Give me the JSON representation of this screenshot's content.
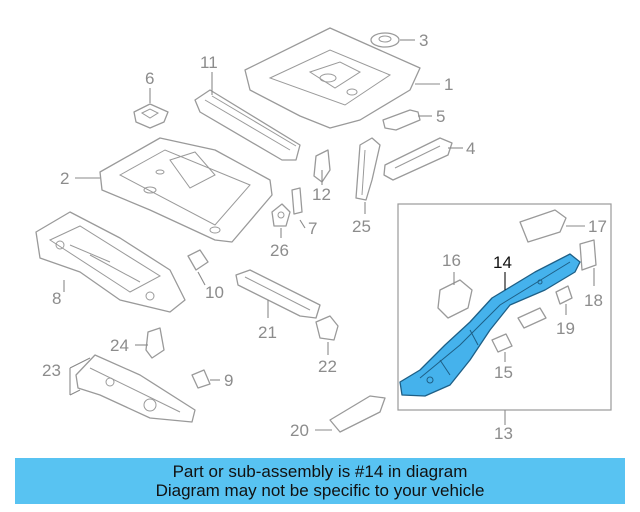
{
  "highlighted_part": "14",
  "callouts": {
    "c1": "1",
    "c2": "2",
    "c3": "3",
    "c4": "4",
    "c5": "5",
    "c6": "6",
    "c7": "7",
    "c8": "8",
    "c9": "9",
    "c10": "10",
    "c11": "11",
    "c12": "12",
    "c13": "13",
    "c14": "14",
    "c15": "15",
    "c16": "16",
    "c17": "17",
    "c18": "18",
    "c19": "19",
    "c20": "20",
    "c21": "21",
    "c22": "22",
    "c23": "23",
    "c24": "24",
    "c25": "25",
    "c26": "26"
  },
  "banner": {
    "line1": "Part or sub-assembly is #14 in diagram",
    "line2": "Diagram may not be specific to your vehicle"
  },
  "colors": {
    "highlight": "#45b2ec",
    "banner": "#58c3f2",
    "line": "#9a9a9a"
  }
}
